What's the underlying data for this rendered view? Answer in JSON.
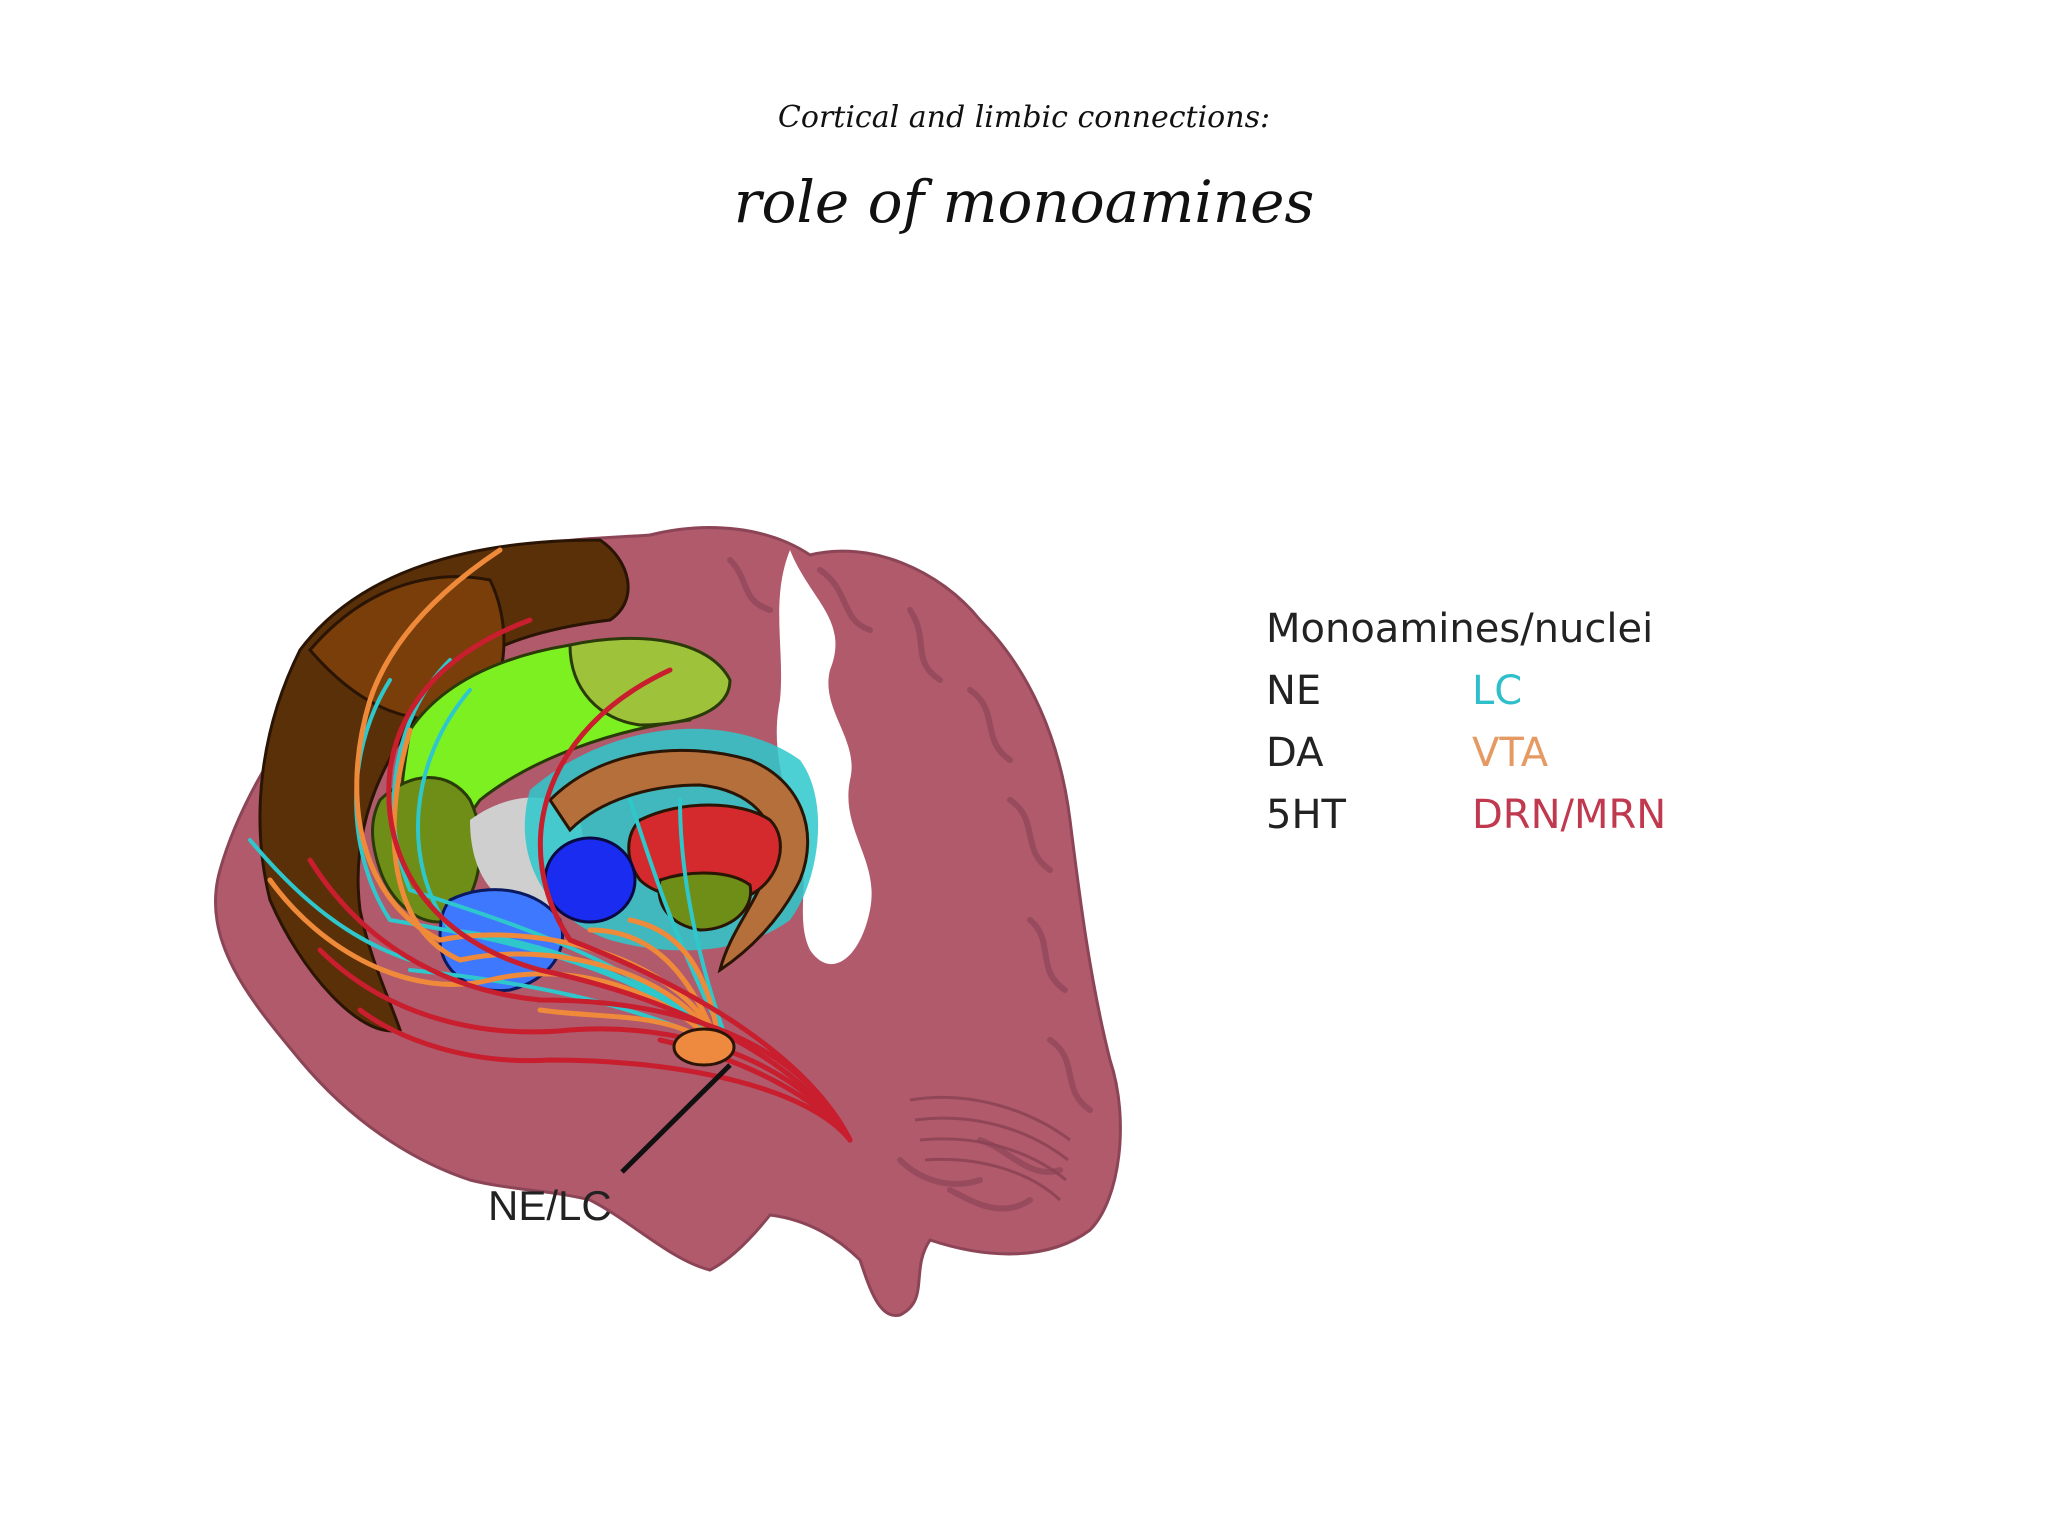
{
  "slide": {
    "subtitle": "Cortical and limbic connections:",
    "title": "role of monoamines"
  },
  "figure": {
    "callout_label": "NE/LC",
    "colors": {
      "brain_tissue": "#b05a6c",
      "ventricle": "#ffffff",
      "prefrontal_dark": "#5a3008",
      "prefrontal_mid": "#7a3e0a",
      "cingulate_green": "#7cf020",
      "cingulate_olive": "#9ec23a",
      "olive_region": "#6f8e18",
      "basal_ganglia_brown": "#b56f3a",
      "thalamus_red": "#d42a2e",
      "caudate_blue": "#1a2cf0",
      "accumbens_blue": "#3e78ff",
      "grey_region": "#cfcfcf",
      "cyan_pathway": "#2ec8cc",
      "orange_pathway": "#ef8a3a",
      "red_pathway": "#c81e2e",
      "nucleus_orange": "#ee8a40"
    }
  },
  "legend": {
    "header": "Monoamines/nuclei",
    "rows": [
      {
        "abbr": "NE",
        "nucleus": "LC",
        "color": "#2ebfcb"
      },
      {
        "abbr": "DA",
        "nucleus": "VTA",
        "color": "#e59a63"
      },
      {
        "abbr": "5HT",
        "nucleus": "DRN/MRN",
        "color": "#c0394f"
      }
    ]
  }
}
